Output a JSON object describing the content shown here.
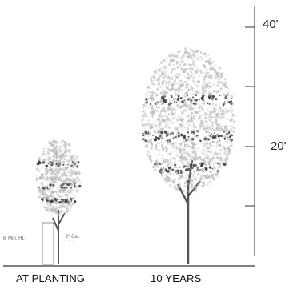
{
  "scale": {
    "labels": [
      "40'",
      "20'"
    ],
    "unit": "ft"
  },
  "trees": [
    {
      "caption": "AT PLANTING",
      "annotations": [
        "6' Min. Ht.",
        "2\" Cal."
      ]
    },
    {
      "caption": "10 YEARS"
    }
  ],
  "colors": {
    "line": "#333333",
    "foliage_dark": "#3a3a3a",
    "foliage_light": "#b8b8b8"
  }
}
